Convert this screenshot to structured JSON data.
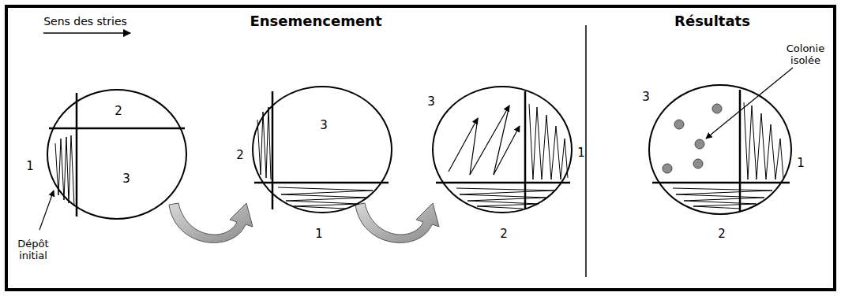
{
  "diagram": {
    "labels": [
      "Sens des stries",
      "Ensemencement",
      "Résultats",
      "Colonie isolée",
      "2",
      "1",
      "3",
      "Dépôt initial",
      "2",
      "3",
      "1",
      "3",
      "1",
      "2",
      "3",
      "1",
      "2"
    ]
  }
}
